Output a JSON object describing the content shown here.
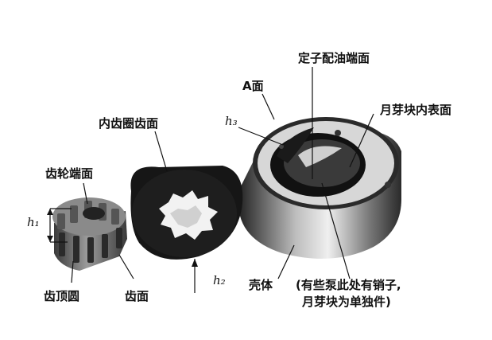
{
  "labels": {
    "stator_face": "定子配油端面",
    "a_face": "A面",
    "h3": "h₃",
    "crescent_inner": "月芽块内表面",
    "ring_gear_face": "内齿圈齿面",
    "gear_end_face": "齿轮端面",
    "h1": "h₁",
    "tip_circle": "齿顶圆",
    "tooth_face": "齿面",
    "h2": "h₂",
    "housing": "壳体",
    "note_line1": "(有些泵此处有销子,",
    "note_line2": "月芽块为单独件)"
  },
  "colors": {
    "background": "#ffffff",
    "part_dark": "#1c1c1c",
    "part_mid": "#6e6e6e",
    "part_light": "#d8d8d8"
  }
}
